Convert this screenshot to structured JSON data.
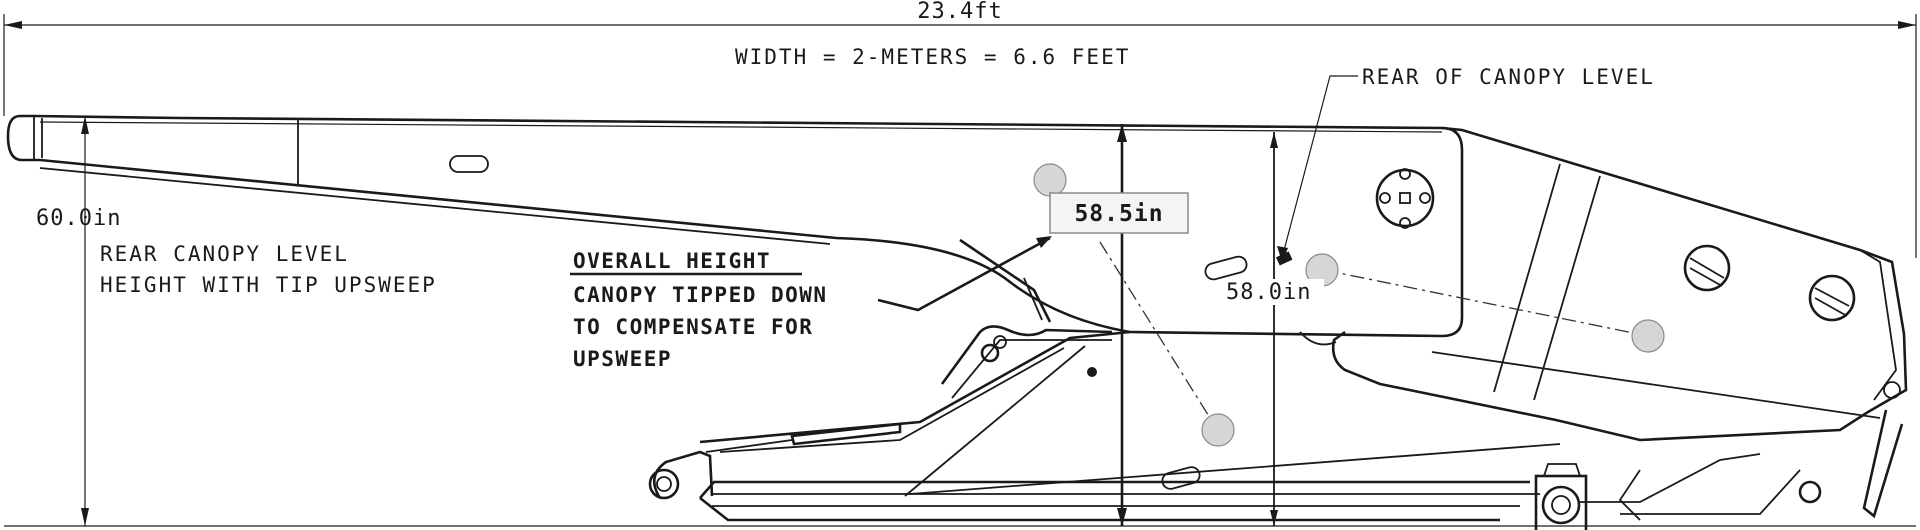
{
  "dimensions": {
    "overall_length": "23.4ft",
    "width_note": "WIDTH = 2-METERS = 6.6 FEET",
    "left_height": "60.0in",
    "boxed_height": "58.5in",
    "right_height": "58.0in"
  },
  "notes": {
    "rear_canopy_level": "REAR OF CANOPY LEVEL",
    "rear_height_lines": [
      "REAR CANOPY LEVEL",
      "HEIGHT WITH TIP UPSWEEP"
    ],
    "overall_heading": "OVERALL HEIGHT",
    "overall_lines": [
      "CANOPY TIPPED DOWN",
      "TO COMPENSATE FOR",
      "UPSWEEP"
    ]
  },
  "colors": {
    "line": "#1a1a1a",
    "marker_fill": "#d6d6d6",
    "label_box_fill": "#f4f4f4"
  }
}
